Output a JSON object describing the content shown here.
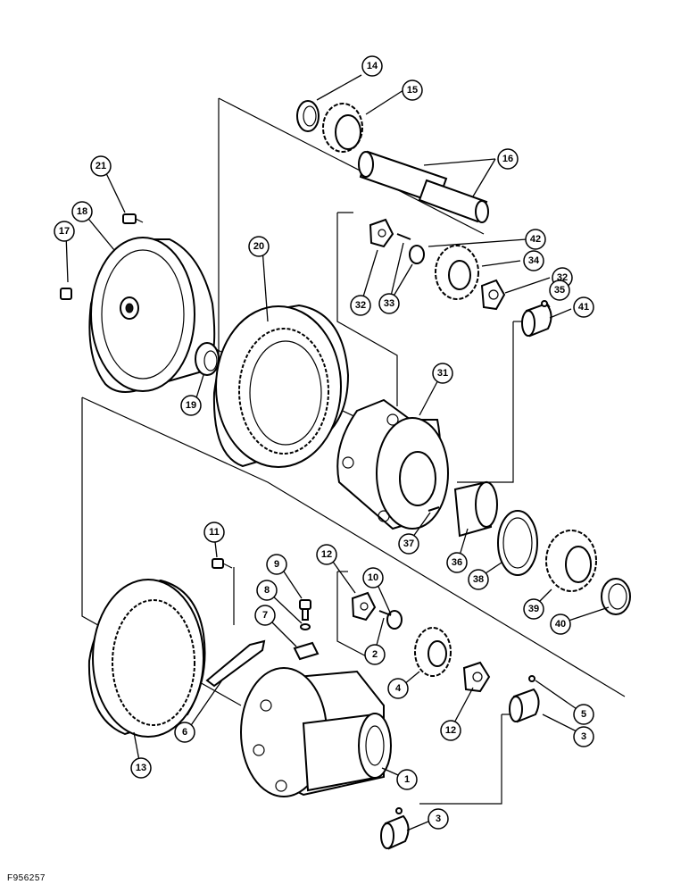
{
  "figure_ref": "F956257",
  "callouts": [
    {
      "id": "c14",
      "label": "14"
    },
    {
      "id": "c15",
      "label": "15"
    },
    {
      "id": "c16",
      "label": "16"
    },
    {
      "id": "c21",
      "label": "21"
    },
    {
      "id": "c18",
      "label": "18"
    },
    {
      "id": "c17",
      "label": "17"
    },
    {
      "id": "c20",
      "label": "20"
    },
    {
      "id": "c42",
      "label": "42"
    },
    {
      "id": "c34",
      "label": "34"
    },
    {
      "id": "c32a",
      "label": "32"
    },
    {
      "id": "c32b",
      "label": "32"
    },
    {
      "id": "c33",
      "label": "33"
    },
    {
      "id": "c35",
      "label": "35"
    },
    {
      "id": "c41",
      "label": "41"
    },
    {
      "id": "c19",
      "label": "19"
    },
    {
      "id": "c31",
      "label": "31"
    },
    {
      "id": "c37",
      "label": "37"
    },
    {
      "id": "c36",
      "label": "36"
    },
    {
      "id": "c38",
      "label": "38"
    },
    {
      "id": "c39",
      "label": "39"
    },
    {
      "id": "c40",
      "label": "40"
    },
    {
      "id": "c11",
      "label": "11"
    },
    {
      "id": "c9",
      "label": "9"
    },
    {
      "id": "c12a",
      "label": "12"
    },
    {
      "id": "c8",
      "label": "8"
    },
    {
      "id": "c10",
      "label": "10"
    },
    {
      "id": "c7",
      "label": "7"
    },
    {
      "id": "c2",
      "label": "2"
    },
    {
      "id": "c4",
      "label": "4"
    },
    {
      "id": "c12b",
      "label": "12"
    },
    {
      "id": "c5",
      "label": "5"
    },
    {
      "id": "c3a",
      "label": "3"
    },
    {
      "id": "c6",
      "label": "6"
    },
    {
      "id": "c13",
      "label": "13"
    },
    {
      "id": "c1",
      "label": "1"
    },
    {
      "id": "c3b",
      "label": "3"
    }
  ]
}
